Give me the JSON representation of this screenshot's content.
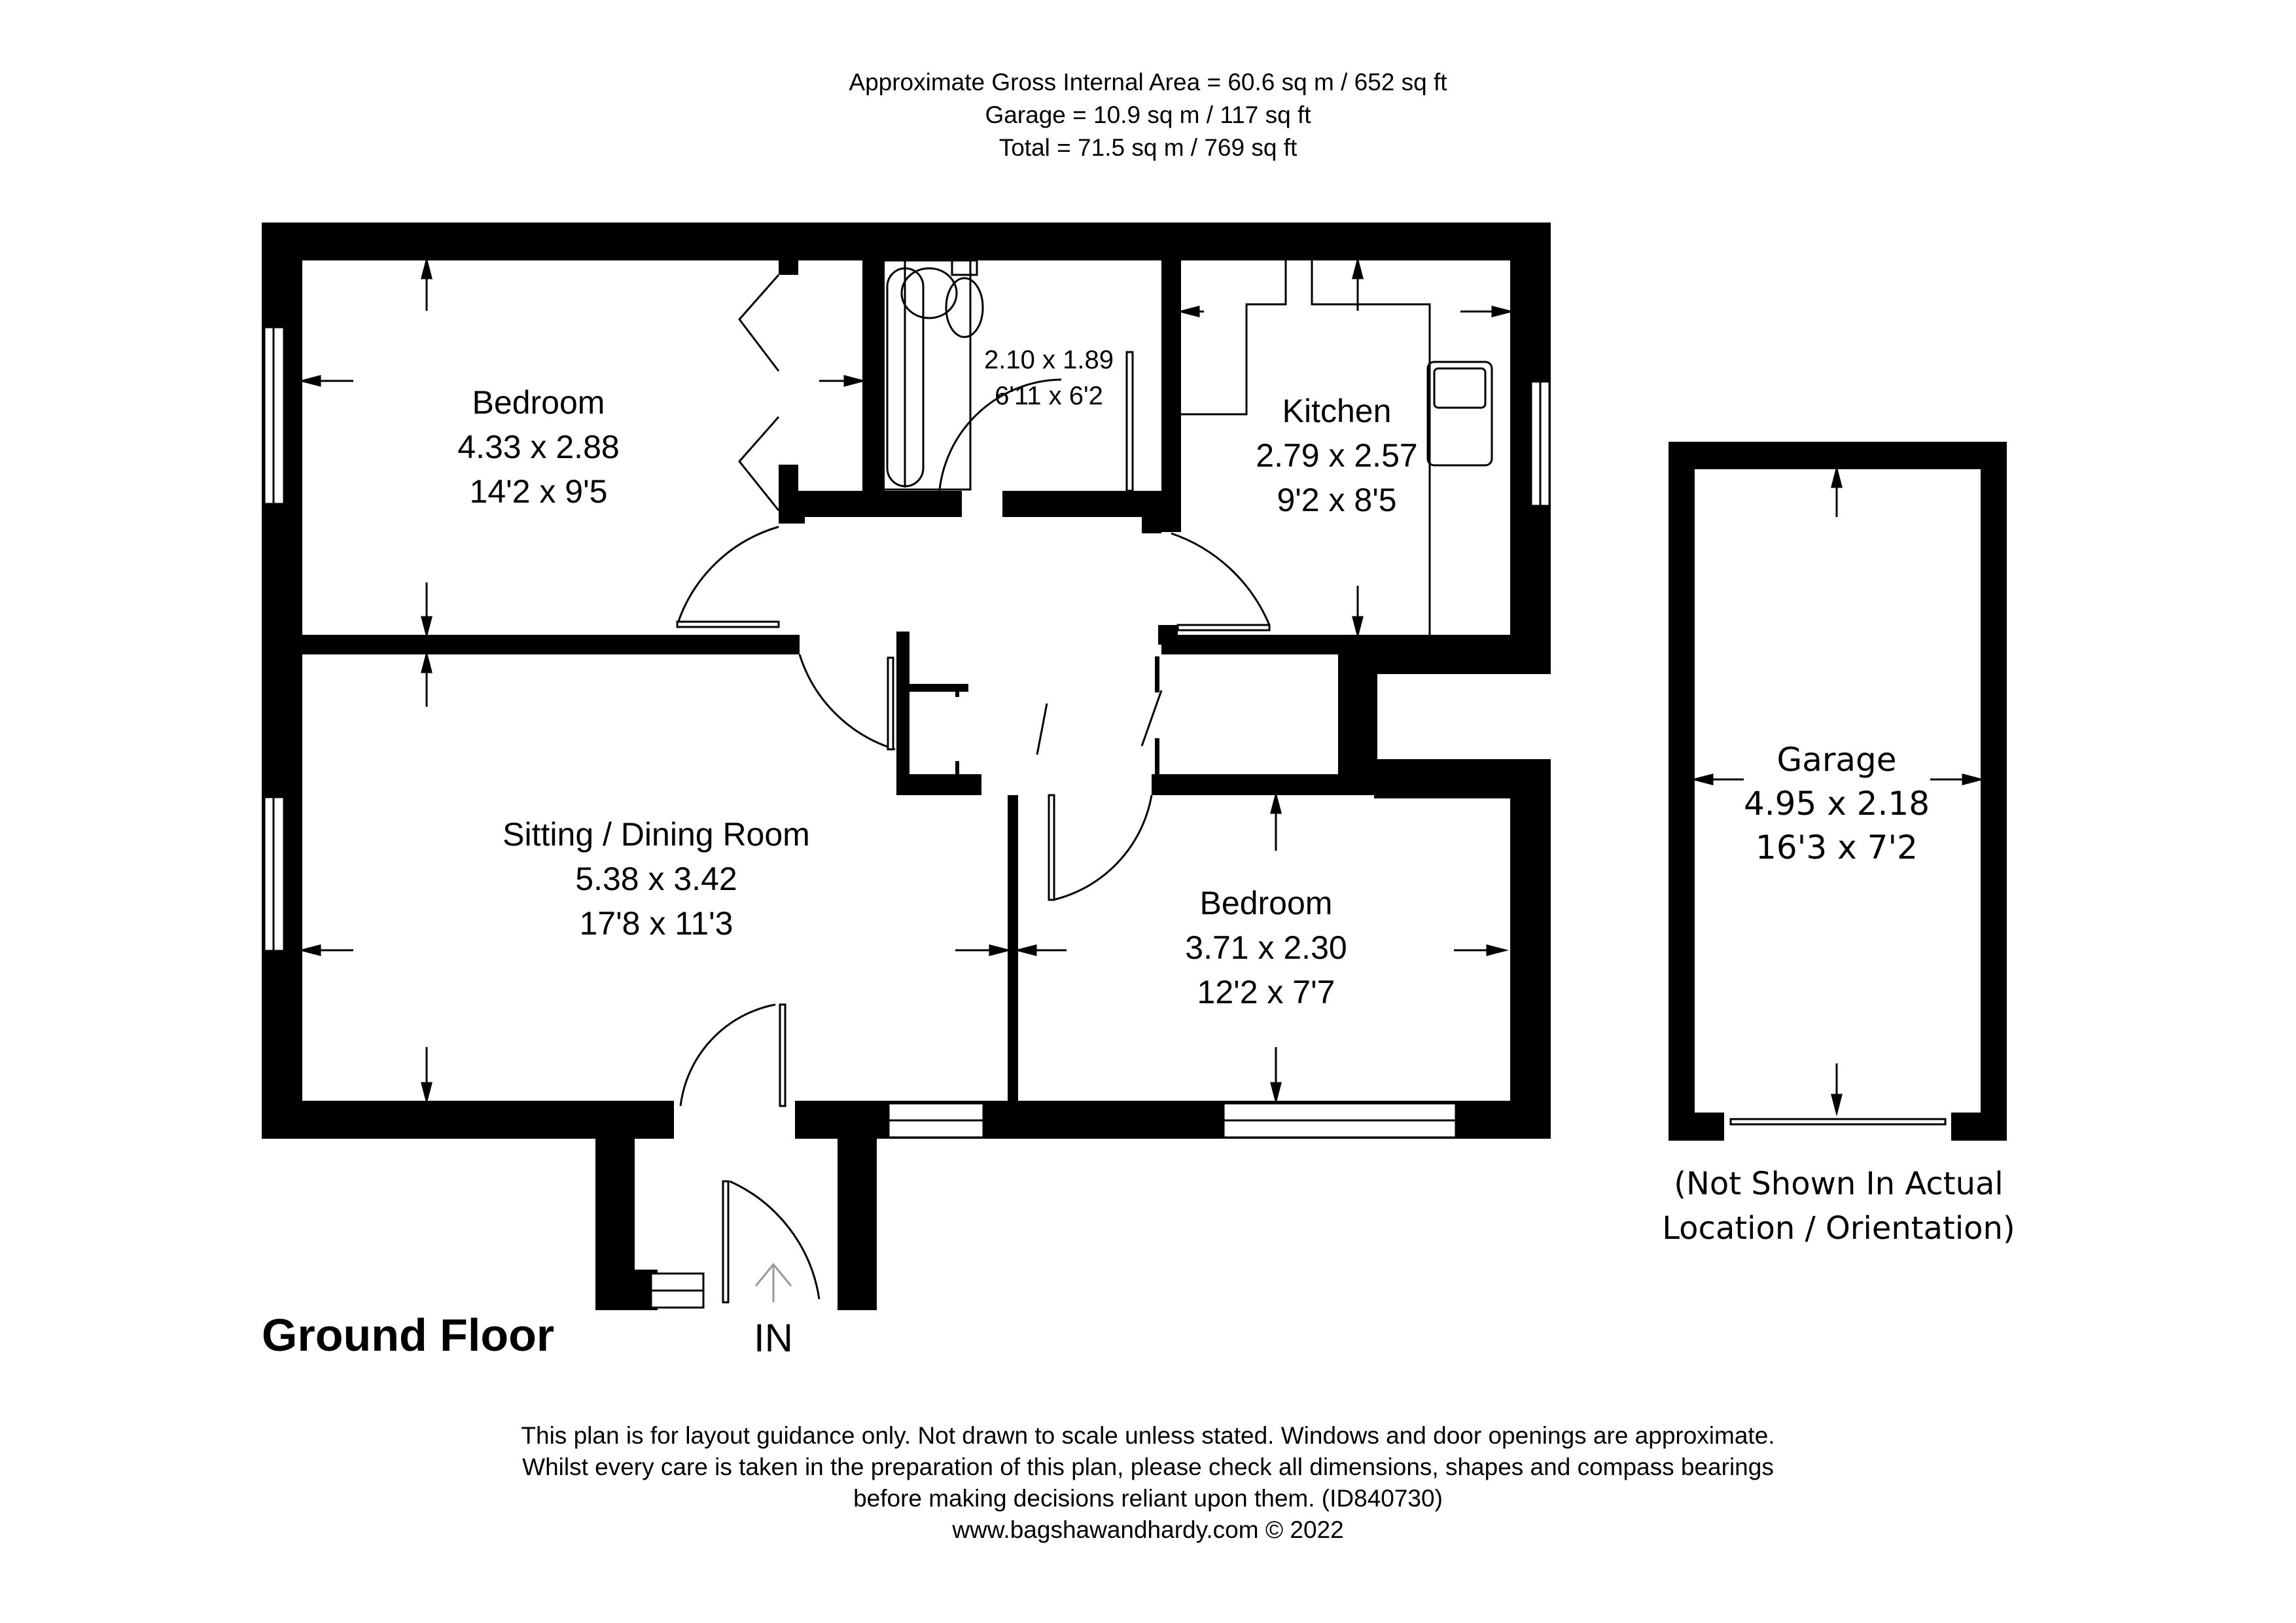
{
  "header": {
    "gross_internal_area": "Approximate Gross Internal Area = 60.6 sq m / 652 sq ft",
    "garage_area": "Garage = 10.9 sq m / 117 sq ft",
    "total_area": "Total = 71.5 sq m / 769 sq ft"
  },
  "rooms": {
    "bedroom1": {
      "name": "Bedroom",
      "metric": "4.33 x 2.88",
      "imperial": "14'2 x 9'5"
    },
    "bathroom": {
      "metric": "2.10 x 1.89",
      "imperial": "6'11 x 6'2"
    },
    "kitchen": {
      "name": "Kitchen",
      "metric": "2.79 x 2.57",
      "imperial": "9'2 x 8'5"
    },
    "sitting_dining": {
      "name": "Sitting / Dining Room",
      "metric": "5.38 x 3.42",
      "imperial": "17'8 x 11'3"
    },
    "bedroom2": {
      "name": "Bedroom",
      "metric": "3.71 x 2.30",
      "imperial": "12'2 x 7'7"
    },
    "garage": {
      "name": "Garage",
      "metric": "4.95 x 2.18",
      "imperial": "16'3 x 7'2"
    }
  },
  "floor_title": "Ground Floor",
  "entrance_label": "IN",
  "garage_note": {
    "line1": "(Not Shown In Actual",
    "line2": "Location / Orientation)"
  },
  "footer": {
    "line1": "This plan is for layout guidance only. Not drawn to scale unless stated. Windows and door openings are approximate.",
    "line2": "Whilst every care is taken in the preparation of this plan, please check all dimensions, shapes and compass bearings",
    "line3": "before making decisions reliant upon them. (ID840730)",
    "line4": "www.bagshawandhardy.com © 2022"
  },
  "colors": {
    "wall": "#000000",
    "background": "#ffffff"
  }
}
